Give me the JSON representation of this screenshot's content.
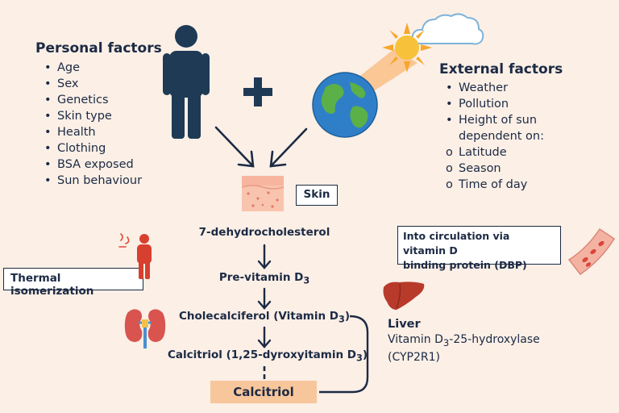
{
  "personal": {
    "title": "Personal factors",
    "items": [
      "Age",
      "Sex",
      "Genetics",
      "Skin type",
      "Health",
      "Clothing",
      "BSA exposed",
      "Sun behaviour"
    ]
  },
  "external": {
    "title": "External factors",
    "items": [
      "Weather",
      "Pollution",
      "Height of sun",
      "dependent on:"
    ],
    "subitems": [
      "Latitude",
      "Season",
      "Time of day"
    ]
  },
  "skin_label": "Skin",
  "pathway": {
    "s1": "7-dehydrocholesterol",
    "s2_prefix": "Pre-vitamin D",
    "s2_sub": "3",
    "s3_prefix": "Cholecalciferol (Vitamin D",
    "s3_sub": "3",
    "s3_suffix": ")",
    "s4_prefix": "Calcitriol (1,25-dyroxyitamin D",
    "s4_sub": "3",
    "s4_suffix": ")",
    "s5": "Calcitriol"
  },
  "thermal_label": "Thermal isomerization",
  "circulation_label": {
    "line1": "Into circulation via vitamin D",
    "line2": "binding protein (DBP)"
  },
  "liver": {
    "title": "Liver",
    "line1_prefix": "Vitamin D",
    "line1_sub": "3",
    "line1_suffix": "-25-hydroxylase",
    "line2": "(CYP2R1)"
  },
  "colors": {
    "text": "#1c2a44",
    "background": "#fbefe6",
    "calcitriol_box": "#f8c69b",
    "sun": "#f7b733",
    "earth_water": "#2f7fc8",
    "earth_land": "#5bb047",
    "kidney": "#d9534f",
    "liver": "#b83a2a"
  }
}
